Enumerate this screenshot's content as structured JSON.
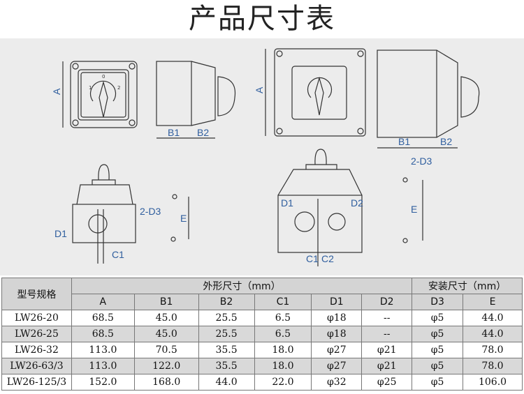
{
  "title": "产品尺寸表",
  "drawing_labels": {
    "A": "A",
    "B1": "B1",
    "B2": "B2",
    "C1": "C1",
    "C2": "C2",
    "D1": "D1",
    "D2": "D2",
    "D3": "2-D3",
    "E": "E",
    "pos1": "1",
    "pos0": "0",
    "pos2": "2"
  },
  "table": {
    "model_header": "型号规格",
    "group_outer": "外形尺寸（mm）",
    "group_install": "安装尺寸（mm）",
    "columns": [
      "A",
      "B1",
      "B2",
      "C1",
      "D1",
      "D2",
      "D3",
      "E"
    ],
    "rows": [
      [
        "LW26-20",
        "68.5",
        "45.0",
        "25.5",
        "6.5",
        "φ18",
        "--",
        "φ5",
        "44.0"
      ],
      [
        "LW26-25",
        "68.5",
        "45.0",
        "25.5",
        "6.5",
        "φ18",
        "--",
        "φ5",
        "44.0"
      ],
      [
        "LW26-32",
        "113.0",
        "70.5",
        "35.5",
        "18.0",
        "φ27",
        "φ21",
        "φ5",
        "78.0"
      ],
      [
        "LW26-63/3",
        "113.0",
        "122.0",
        "35.5",
        "18.0",
        "φ27",
        "φ21",
        "φ5",
        "78.0"
      ],
      [
        "LW26-125/3",
        "152.0",
        "168.0",
        "44.0",
        "22.0",
        "φ32",
        "φ25",
        "φ5",
        "106.0"
      ]
    ]
  }
}
